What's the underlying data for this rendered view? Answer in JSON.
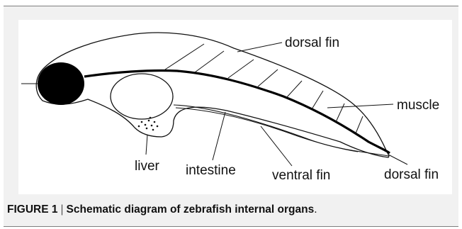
{
  "diagram": {
    "labels": {
      "dorsal_fin_top": "dorsal fin",
      "muscle": "muscle",
      "dorsal_fin_tail": "dorsal fin",
      "ventral_fin": "ventral fin",
      "intestine": "intestine",
      "liver": "liver"
    }
  },
  "caption": {
    "figure_number": "FIGURE 1",
    "separator": "|",
    "title": "Schematic diagram of zebrafish internal organs",
    "end": "."
  }
}
